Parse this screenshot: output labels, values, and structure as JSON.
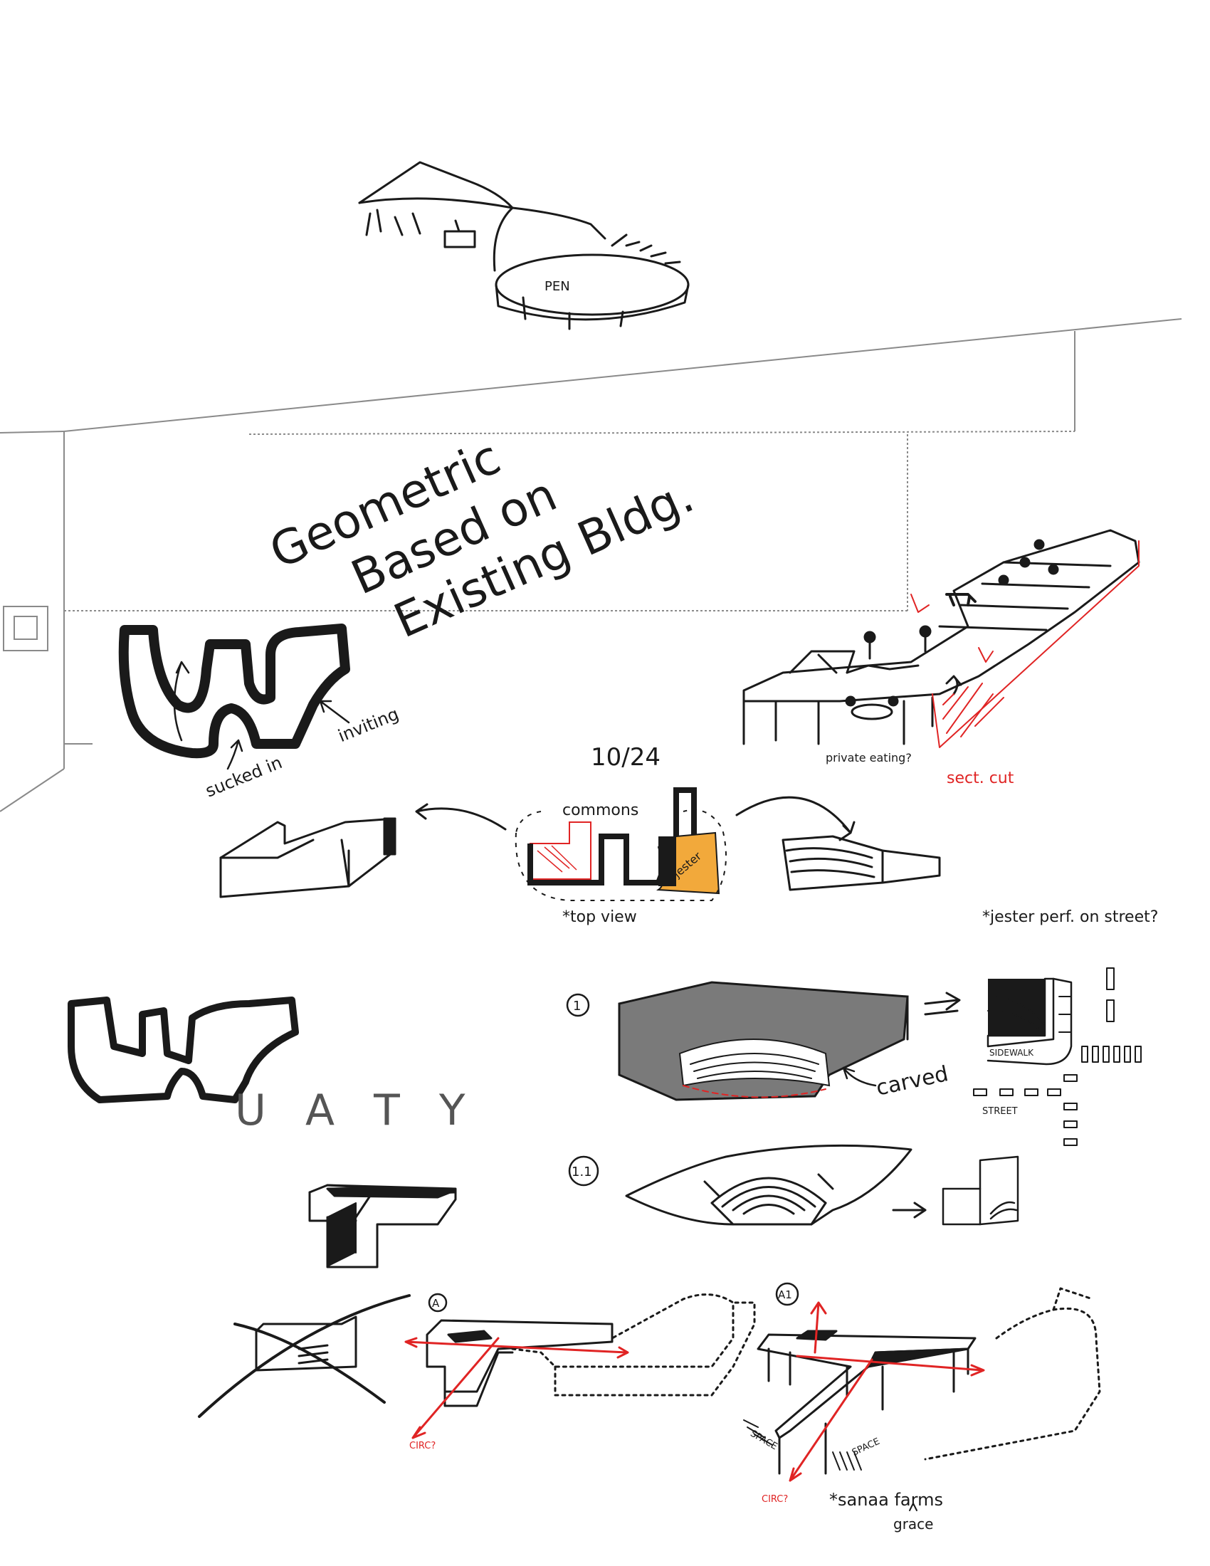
{
  "colors": {
    "ink": "#1a1a1a",
    "accent_red": "#e02424",
    "accent_orange": "#f2a93b",
    "grey_marker": "#7a7a7a",
    "paper": "#ffffff",
    "print_lines": "#8a8a8a"
  },
  "labels": {
    "pen": "PEN",
    "title_line1": "Geometric",
    "title_line2": "Based on",
    "title_line3": "Existing Bldg.",
    "sucked_in": "sucked in",
    "inviting": "inviting",
    "date": "10/24",
    "commons": "commons",
    "jester": "jester",
    "top_view": "*top view",
    "private_eating": "private eating?",
    "sect_cut": "sect. cut",
    "jester_perf": "*jester perf. on street?",
    "num_1": "1",
    "carved": "carved",
    "sidewalk": "SIDEWALK",
    "street": "STREET",
    "letters": "U  A  T  Y",
    "num_1_1": "1.1",
    "label_a": "A",
    "label_a1": "A1",
    "circ_1": "CIRC?",
    "circ_2": "CIRC?",
    "space_1": "SPACE",
    "space_2": "SPACE",
    "sanaa": "*sanaa farms",
    "grace": "grace"
  }
}
